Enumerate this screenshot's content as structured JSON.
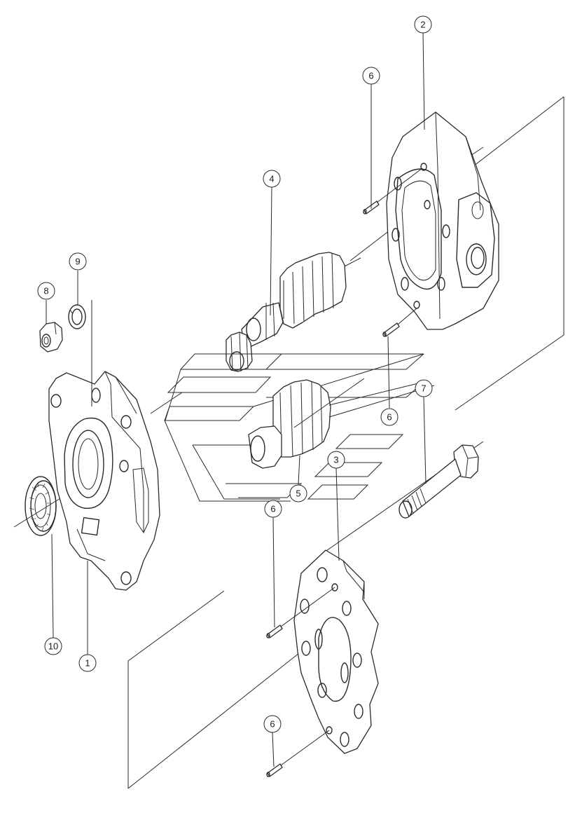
{
  "callouts": [
    {
      "id": "1",
      "label": "1"
    },
    {
      "id": "2",
      "label": "2"
    },
    {
      "id": "3",
      "label": "3"
    },
    {
      "id": "4",
      "label": "4"
    },
    {
      "id": "5",
      "label": "5"
    },
    {
      "id": "6a",
      "label": "6"
    },
    {
      "id": "6b",
      "label": "6"
    },
    {
      "id": "6c",
      "label": "6"
    },
    {
      "id": "6d",
      "label": "6"
    },
    {
      "id": "7",
      "label": "7"
    },
    {
      "id": "8",
      "label": "8"
    },
    {
      "id": "9",
      "label": "9"
    },
    {
      "id": "10",
      "label": "10"
    }
  ]
}
